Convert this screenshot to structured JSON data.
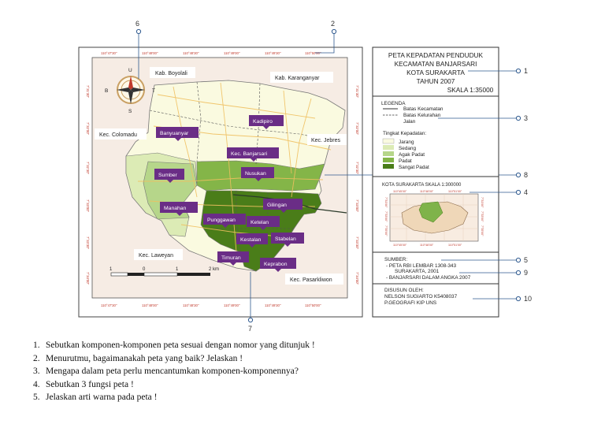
{
  "colors": {
    "jarang": "#fafae0",
    "sedang": "#dcebb5",
    "agak_padat": "#b6d68a",
    "padat": "#84b548",
    "sangat_padat": "#4a7d19",
    "surround": "#f6ece4",
    "label_purple": "#6a2d86",
    "callout_blue": "#2f5a8f",
    "tick_red": "#c0392b"
  },
  "map": {
    "kelurahan_labels": [
      "Banyuanyar",
      "Kadipiro",
      "Kec. Banjarsari",
      "Sumber",
      "Nusukan",
      "Manahan",
      "Gilingan",
      "Punggawan",
      "Ketelan",
      "Kestalan",
      "Stabelan",
      "Timuran",
      "Keprabon"
    ],
    "region_labels": [
      "Kab. Boyolali",
      "Kab. Karanganyar",
      "Kec. Colomadu",
      "Kec. Jebres",
      "Kec. Laweyan",
      "Kec. Pasarkliwon"
    ],
    "top_ticks": [
      "110°47'30\"",
      "110°48'00\"",
      "110°48'30\"",
      "110°49'00\"",
      "110°49'30\"",
      "110°50'00\""
    ],
    "bottom_ticks": [
      "110°47'30\"",
      "110°48'00\"",
      "110°48'30\"",
      "110°49'00\"",
      "110°49'30\"",
      "110°50'00\""
    ],
    "left_ticks": [
      "7°31'30\"",
      "7°32'00\"",
      "7°32'30\"",
      "7°33'00\"",
      "7°33'30\"",
      "7°34'00\""
    ],
    "right_ticks": [
      "7°31'30\"",
      "7°32'00\"",
      "7°32'30\"",
      "7°33'00\"",
      "7°33'30\"",
      "7°34'00\""
    ],
    "compass": {
      "n": "U",
      "s": "S",
      "w": "B",
      "e": "T"
    },
    "scalebar": [
      "1",
      "0",
      "1",
      "2 km"
    ]
  },
  "title_block": {
    "lines": [
      "PETA KEPADATAN PENDUDUK",
      "KECAMATAN BANJARSARI",
      "KOTA SURAKARTA",
      "TAHUN 2007"
    ],
    "scale": "SKALA 1:35000"
  },
  "legend": {
    "title": "LEGENDA",
    "batas_kec": "Batas Kecamatan",
    "batas_kel": "Batas Kelurahan",
    "jalan": "Jalan",
    "density_title": "Tingkat Kepadatan:",
    "items": [
      "Jarang",
      "Sedang",
      "Agak Padat",
      "Padat",
      "Sangat Padat"
    ]
  },
  "inset": {
    "title": "KOTA SURAKARTA SKALA 1:300000",
    "top_ticks": [
      "110°45'00\"",
      "110°48'00\"",
      "110°51'00\""
    ],
    "bottom_ticks": [
      "110°45'00\"",
      "110°48'00\"",
      "110°51'00\""
    ],
    "left_ticks": [
      "7°31'00\"",
      "7°33'00\"",
      "7°35'00\""
    ],
    "right_ticks": [
      "7°31'00\"",
      "7°33'00\"",
      "7°35'00\""
    ]
  },
  "sumber": {
    "title": "SUMBER:",
    "lines": [
      "- PETA RBI LEMBAR 1308-343",
      "SURAKARTA, 2001",
      "- BANJARSARI DALAM ANGKA 2007"
    ]
  },
  "disusun": {
    "lines": [
      "DISUSUN OLEH:",
      "NELSON SUGIARTO K5408037",
      "P.GEOGRAFI KIP UNS"
    ]
  },
  "callouts": [
    "1",
    "2",
    "3",
    "4",
    "5",
    "6",
    "7",
    "8",
    "9",
    "10"
  ],
  "questions": [
    {
      "num": "1.",
      "text": "Sebutkan komponen-komponen peta sesuai dengan nomor yang ditunjuk !"
    },
    {
      "num": "2.",
      "text": "Menurutmu, bagaimanakah peta yang baik? Jelaskan !"
    },
    {
      "num": "3.",
      "text": "Mengapa dalam peta perlu mencantumkan komponen-komponennya?"
    },
    {
      "num": "4.",
      "text": "Sebutkan 3 fungsi peta !"
    },
    {
      "num": "5.",
      "text": "Jelaskan arti warna pada peta !"
    }
  ]
}
